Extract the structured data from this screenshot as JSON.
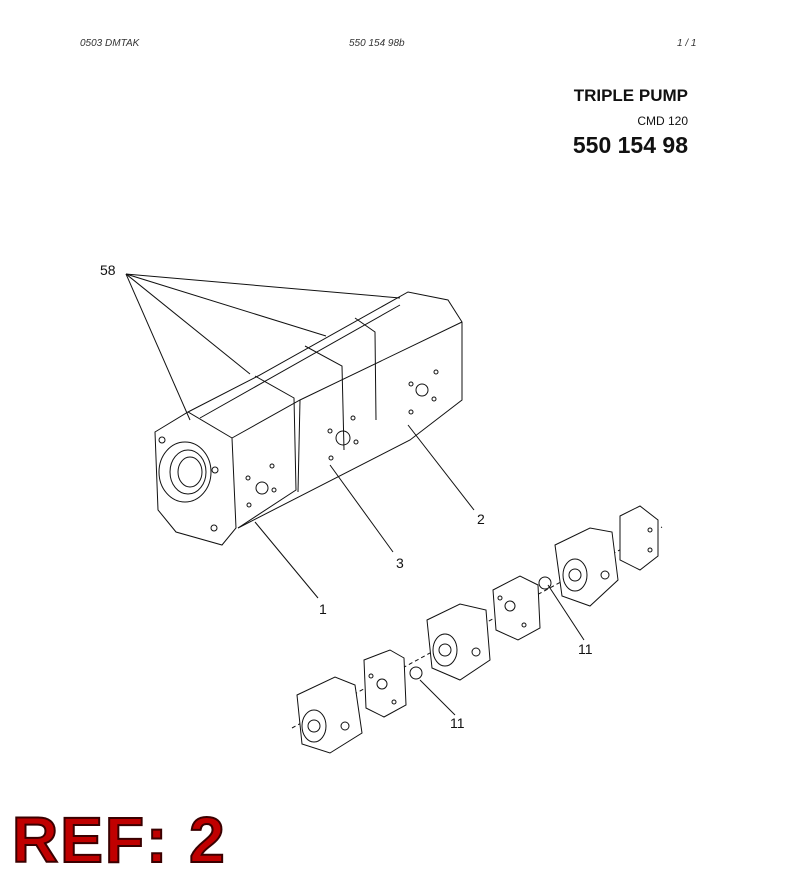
{
  "header": {
    "left": "0503  DMTAK",
    "center": "550 154 98b",
    "right": "1 /   1"
  },
  "title_block": {
    "name": "TRIPLE PUMP",
    "model": "CMD 120",
    "part_number": "550 154 98"
  },
  "callouts": {
    "c58": "58",
    "c2": "2",
    "c3": "3",
    "c1": "1",
    "c11a": "11",
    "c11b": "11"
  },
  "ref_stamp": "REF: 2"
}
